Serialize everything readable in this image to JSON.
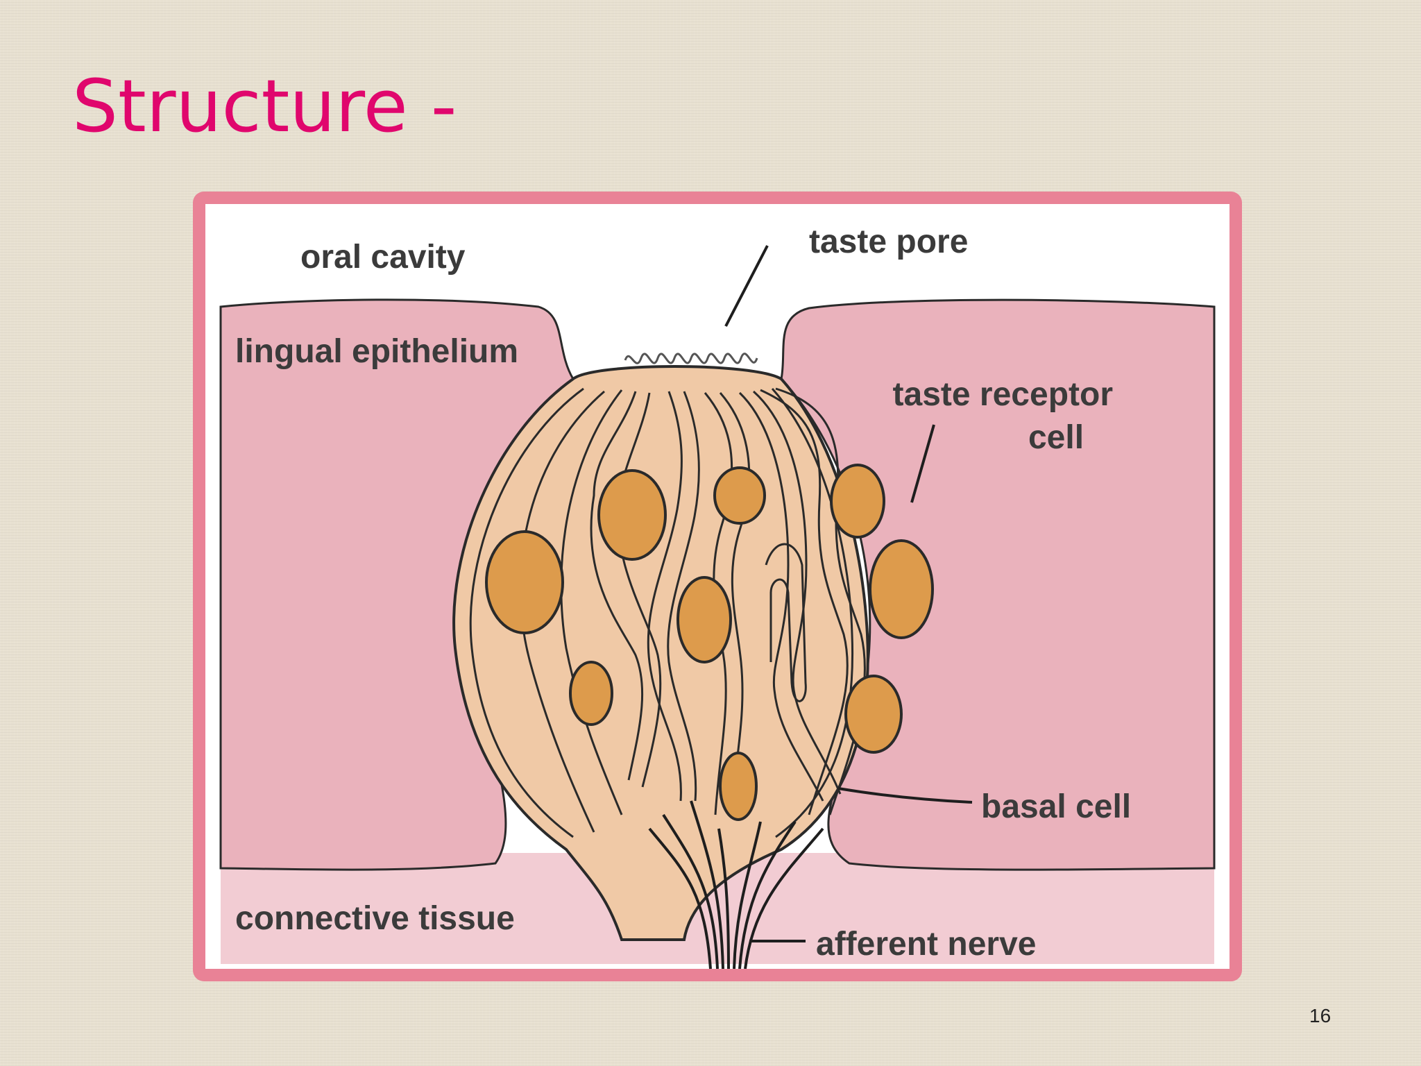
{
  "slide": {
    "title": "Structure -",
    "page_number": "16"
  },
  "diagram": {
    "labels": {
      "oral_cavity": "oral cavity",
      "taste_pore": "taste pore",
      "lingual_epithelium": "lingual epithelium",
      "taste_receptor_cell_line1": "taste receptor",
      "taste_receptor_cell_line2": "cell",
      "basal_cell": "basal cell",
      "connective_tissue": "connective tissue",
      "afferent_nerve": "afferent nerve"
    },
    "colors": {
      "title": "#e0066d",
      "frame_border": "#e98296",
      "epithelium": "#eab2bc",
      "connective_tissue": "#f2ccd3",
      "taste_bud": "#f0c9a6",
      "nucleus": "#dd9b4c",
      "outline": "#2a2a2a"
    }
  }
}
